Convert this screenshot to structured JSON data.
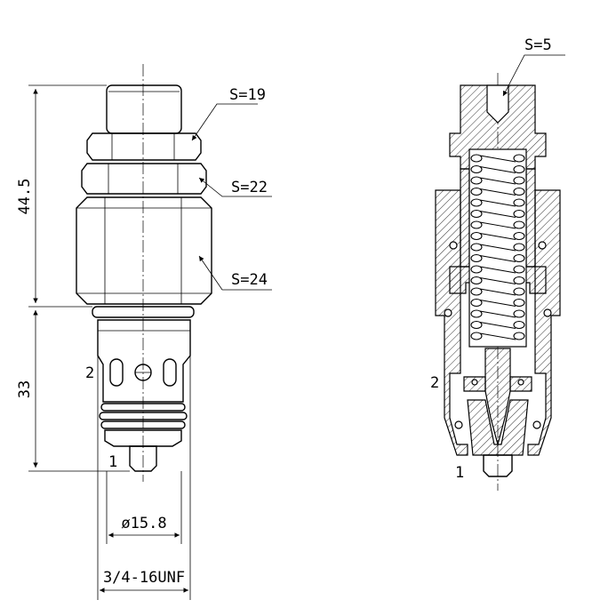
{
  "dimensions": {
    "height_top": "44.5",
    "height_bottom": "33",
    "diameter": "ø15.8",
    "thread": "3/4-16UNF"
  },
  "wrench_sizes": {
    "s19": "S=19",
    "s22": "S=22",
    "s24": "S=24",
    "s5": "S=5"
  },
  "ports": {
    "left_port2": "2",
    "left_port1": "1",
    "right_port2": "2",
    "right_port1": "1"
  }
}
